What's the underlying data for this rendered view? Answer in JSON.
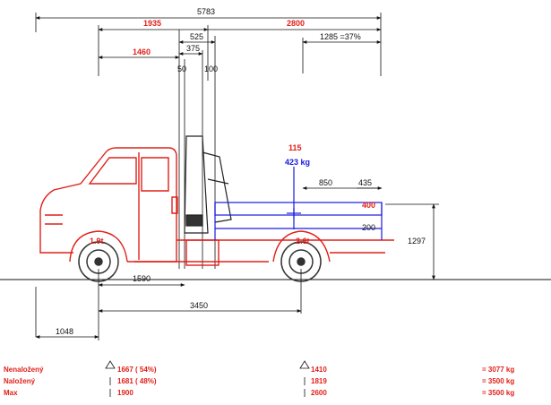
{
  "dimensions": {
    "total_length": "5783",
    "front_to_crane": "1935",
    "crane_to_rear": "2800",
    "crane_width": "525",
    "crane_inner": "375",
    "rear_overhang_pct": "1285 =37%",
    "cab_to_crane": "1460",
    "pillar_left": "50",
    "pillar_right": "100",
    "load_weight": "115",
    "load_capacity": "423 kg",
    "load_offset": "850",
    "rear_segment": "435",
    "body_height_mark": "400",
    "frame_mark": "200",
    "platform_height": "1297",
    "crane_base": "1590",
    "wheelbase": "3450",
    "front_overhang": "1048",
    "front_axle_load": "1.9t",
    "rear_axle_load": "2.6t"
  },
  "table": {
    "rows": [
      {
        "label": "Nenaložený",
        "front": "1667 ( 54%)",
        "rear": "1410",
        "total": "= 3077 kg"
      },
      {
        "label": "Naložený",
        "front": "1681 ( 48%)",
        "rear": "1819",
        "total": "= 3500 kg"
      },
      {
        "label": "Max",
        "front": "1900",
        "rear": "2600",
        "total": "= 3500 kg"
      }
    ]
  },
  "colors": {
    "vehicle": "#e0201a",
    "body": "#1a1ae0",
    "line": "#111111"
  }
}
